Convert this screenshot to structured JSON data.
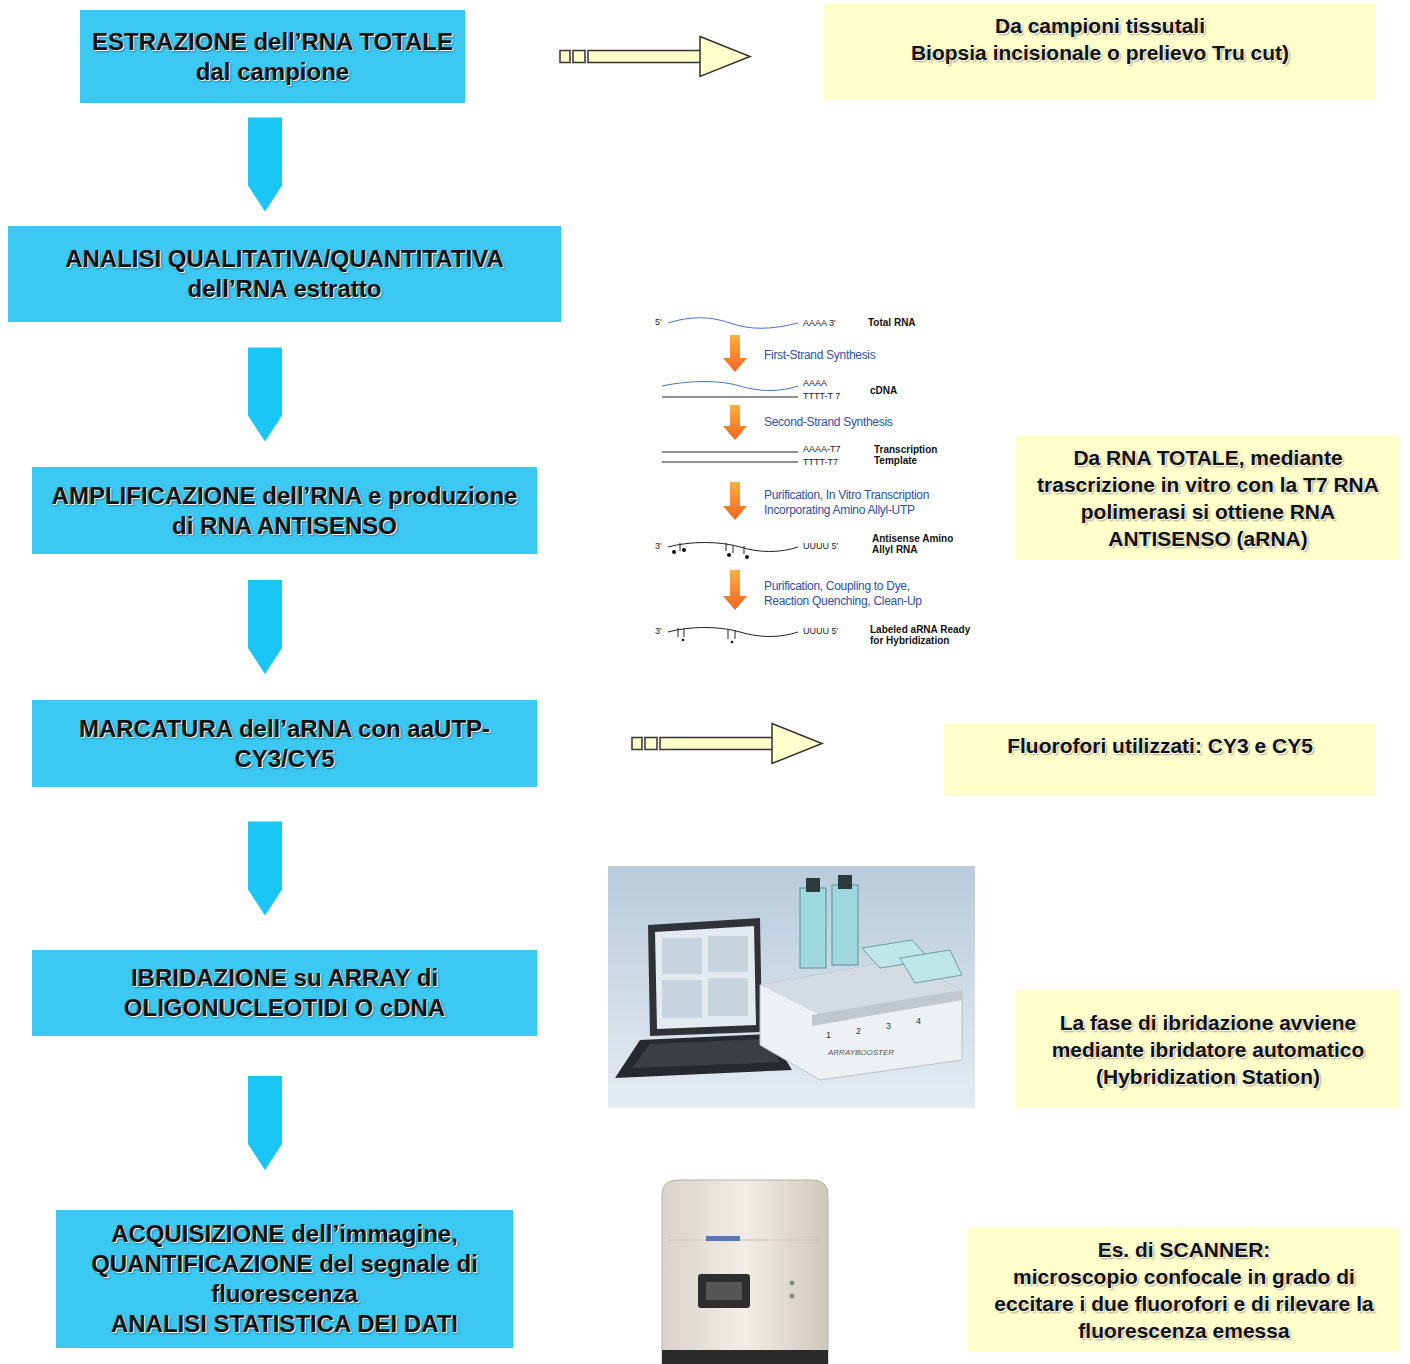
{
  "diagram": {
    "nodes": [
      {
        "text": [
          "ESTRAZIONE dell’RNA TOTALE dal campione"
        ]
      },
      {
        "text": [
          "ANALISI QUALITATIVA/QUANTITATIVA dell’RNA estratto"
        ]
      },
      {
        "text": [
          "AMPLIFICAZIONE dell’RNA e produzione di RNA ANTISENSO"
        ]
      },
      {
        "text": [
          "MARCATURA dell’aRNA con aaUTP-CY3/CY5"
        ]
      },
      {
        "text": [
          "IBRIDAZIONE su ARRAY di OLIGONUCLEOTIDI O cDNA"
        ]
      },
      {
        "text": [
          "ACQUISIZIONE dell’immagine, QUANTIFICAZIONE del segnale di fluorescenza",
          "ANALISI STATISTICA DEI DATI"
        ]
      },
      {
        "text": [
          "Da campioni tissutali",
          "Biopsia incisionale o prelievo Tru cut)"
        ]
      },
      {
        "text": [
          "Da RNA TOTALE, mediante trascrizione in vitro con la T7 RNA polimerasi si ottiene RNA ANTISENSO (aRNA)"
        ]
      },
      {
        "text": [
          "Fluorofori utilizzati: CY3 e CY5"
        ]
      },
      {
        "text": [
          "La fase di ibridazione avviene mediante ibridatore automatico (Hybridization Station)"
        ]
      },
      {
        "text": [
          "Es. di SCANNER:",
          "microscopio confocale in grado di eccitare i due fluorofori e di rilevare la fluorescenza emessa"
        ]
      }
    ],
    "edges": [
      {
        "from": 0,
        "to": 6,
        "arrow": "to"
      },
      {
        "from": 0,
        "to": 1,
        "arrow": "to"
      },
      {
        "from": 1,
        "to": 2,
        "arrow": "to"
      },
      {
        "from": 2,
        "to": 3,
        "arrow": "to"
      },
      {
        "from": 3,
        "to": 8,
        "arrow": "to"
      },
      {
        "from": 3,
        "to": 4,
        "arrow": "to"
      },
      {
        "from": 4,
        "to": 5,
        "arrow": "to"
      }
    ],
    "labels": [
      "5'",
      "AAAA 3'",
      "Total RNA",
      "First-Strand Synthesis",
      "AAAA",
      "TTTT-T 7",
      "cDNA",
      "Second-Strand Synthesis",
      "AAAA-T7",
      "TTTT-T7",
      "Transcription Template",
      "Purification, In Vitro Transcription Incorporating Amino Allyl-UTP",
      "3'",
      "UUUU 5'",
      "Antisense Amino Allyl RNA",
      "Purification, Coupling to Dye, Reaction Quenching, Clean-Up",
      "3'",
      "UUUU 5'",
      "Labeled aRNA Ready for Hybridization",
      "ARRAYBOOSTER",
      "1",
      "2",
      "3",
      "4"
    ]
  }
}
